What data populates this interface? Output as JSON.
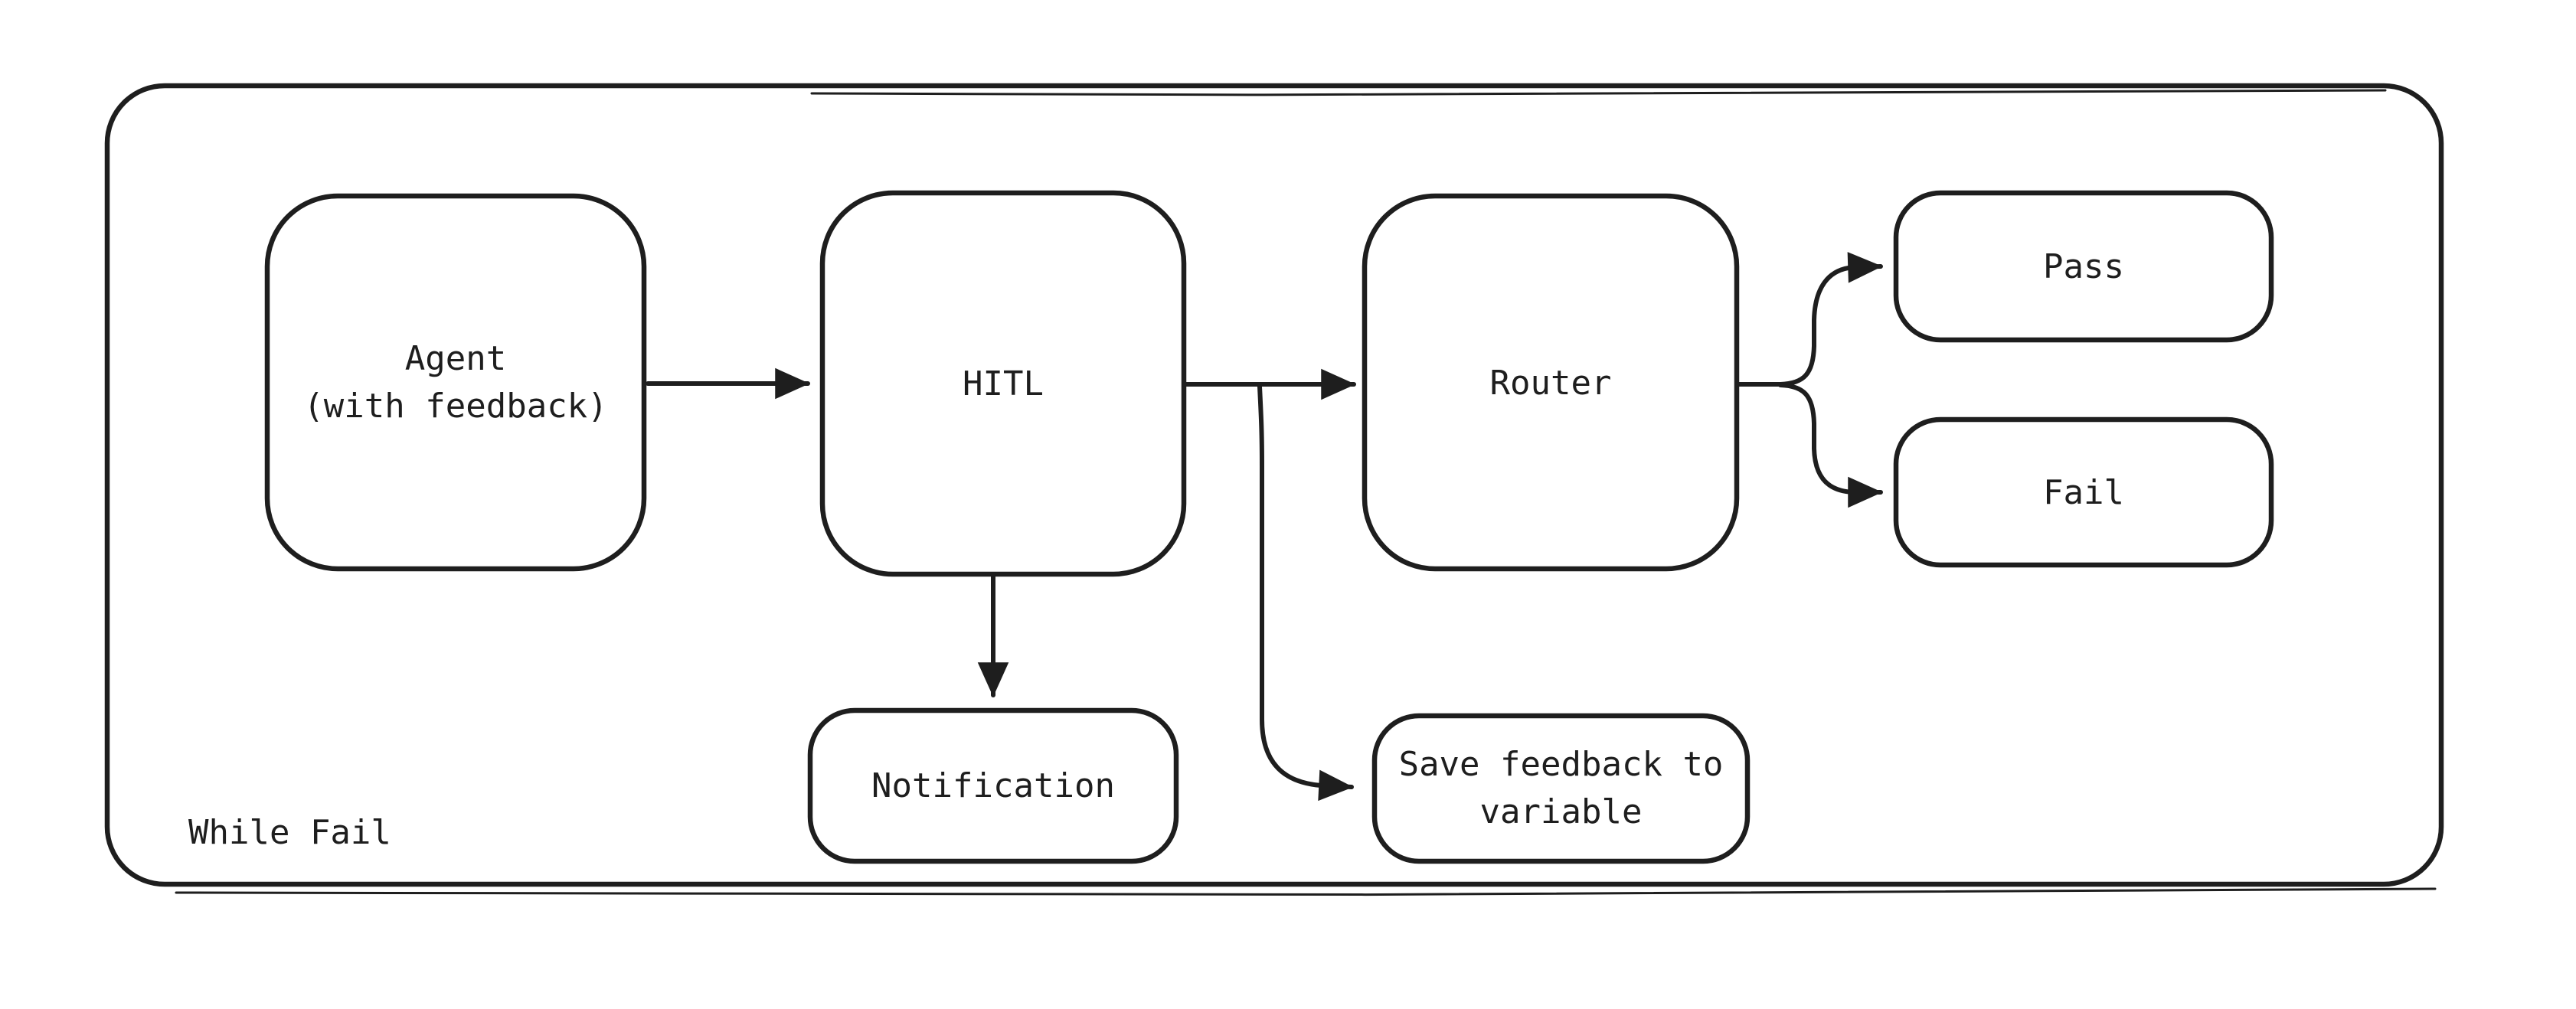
{
  "diagram": {
    "type": "flowchart",
    "style": "hand-drawn",
    "container_label": "While Fail",
    "nodes": {
      "agent": {
        "label": "Agent\n(with feedback)"
      },
      "hitl": {
        "label": "HITL"
      },
      "router": {
        "label": "Router"
      },
      "pass": {
        "label": "Pass"
      },
      "fail": {
        "label": "Fail"
      },
      "notification": {
        "label": "Notification"
      },
      "save_feedback": {
        "label": "Save feedback to\nvariable"
      }
    },
    "edges": [
      {
        "from": "agent",
        "to": "hitl"
      },
      {
        "from": "hitl",
        "to": "router"
      },
      {
        "from": "hitl",
        "to": "notification"
      },
      {
        "from": "hitl",
        "to": "save_feedback"
      },
      {
        "from": "router",
        "to": "pass"
      },
      {
        "from": "router",
        "to": "fail"
      }
    ],
    "colors": {
      "stroke": "#1e1e1e",
      "background": "#ffffff"
    }
  }
}
